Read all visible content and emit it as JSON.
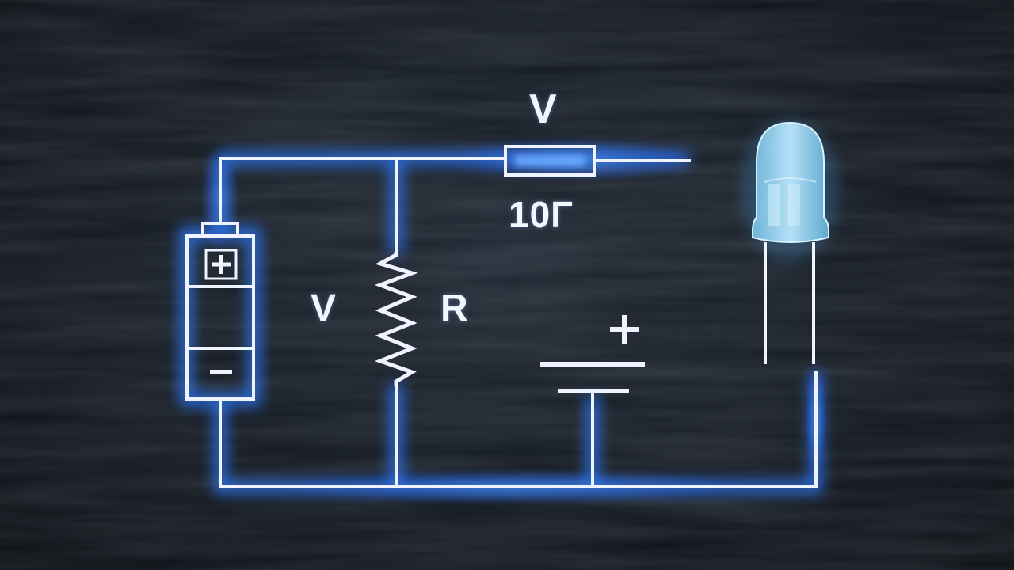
{
  "labels": {
    "top_v": "V",
    "resistor_value": "10Γ",
    "left_v": "V",
    "r": "R",
    "cell_plus": "+",
    "cell_minus": "−",
    "battery_plus": "+"
  },
  "colors": {
    "background": "#0c0f14",
    "wire": "#eef3ff",
    "glow": "#2f7bff",
    "led": "#8fd8ff"
  }
}
